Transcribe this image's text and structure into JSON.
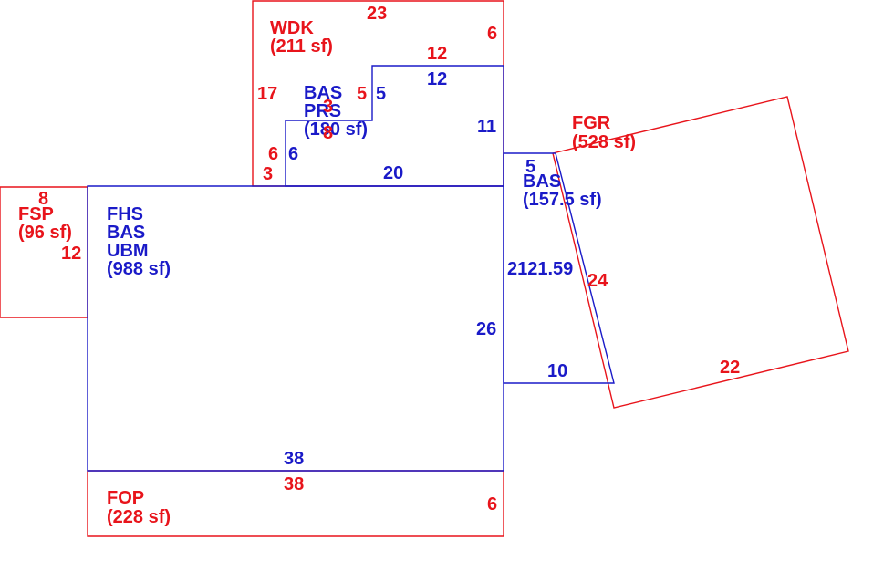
{
  "colors": {
    "red": "#e8141b",
    "blue": "#1a1ac8"
  },
  "areas": {
    "wdk": {
      "code": "WDK",
      "area": "(211 sf)"
    },
    "bas_prs": {
      "code1": "BAS",
      "code2": "PRS",
      "area": "(180 sf)"
    },
    "fsp": {
      "code": "FSP",
      "area": "(96 sf)"
    },
    "main": {
      "code1": "FHS",
      "code2": "BAS",
      "code3": "UBM",
      "area": "(988 sf)"
    },
    "fgr": {
      "code": "FGR",
      "area": "(528 sf)"
    },
    "bas_right": {
      "code": "BAS",
      "area": "(157.5 sf)"
    },
    "fop": {
      "code": "FOP",
      "area": "(228 sf)"
    }
  },
  "dims": {
    "wdk_top": "23",
    "wdk_right": "6",
    "wdk_inner_top": "12",
    "wdk_left": "17",
    "wdk_step_5": "5",
    "wdk_step_6": "6",
    "wdk_step_3": "3",
    "wdk_small_3": "3",
    "wdk_small_8": "8",
    "bas_top": "12",
    "bas_right": "11",
    "bas_step_5": "5",
    "bas_left_6": "6",
    "bas_bottom": "20",
    "fsp_top": "8",
    "fsp_right": "12",
    "main_bottom": "38",
    "main_right": "26",
    "right_bas_top": "5",
    "right_bas_side": "2121.59",
    "right_bas_bottom": "10",
    "fgr_left": "24",
    "fgr_bottom": "22",
    "fop_top": "38",
    "fop_right": "6"
  }
}
